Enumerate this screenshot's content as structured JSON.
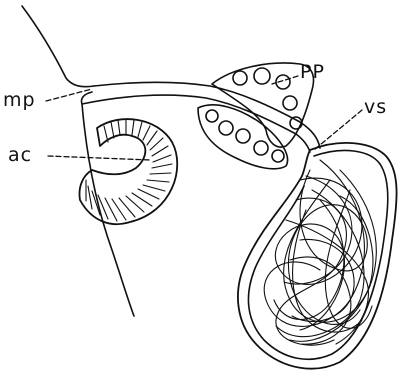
{
  "labels": {
    "mp": "mp",
    "pp": "PP",
    "vs": "vs",
    "ac": "ac"
  },
  "colors": {
    "ink": "#111111",
    "paper": "#ffffff"
  }
}
